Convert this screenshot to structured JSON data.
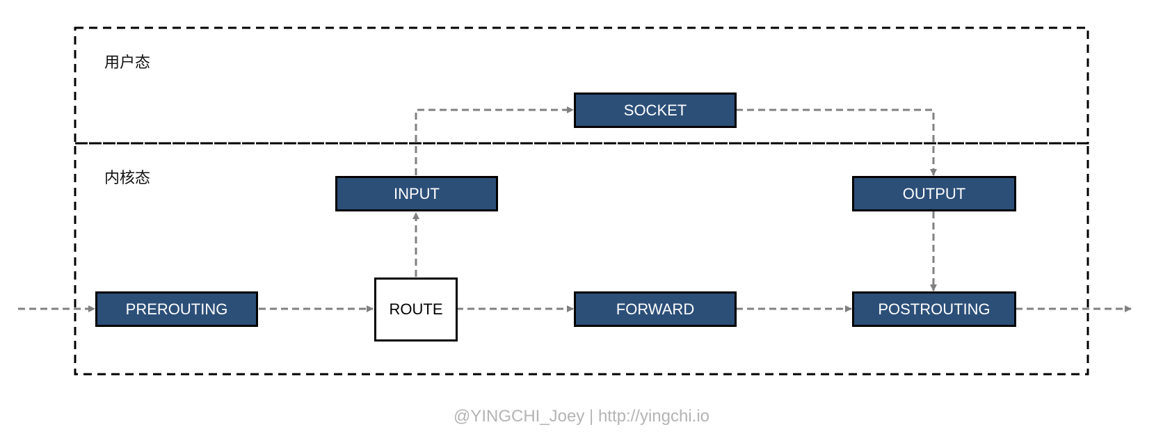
{
  "zones": {
    "user_space": "用户态",
    "kernel_space": "内核态"
  },
  "nodes": {
    "socket": "SOCKET",
    "input": "INPUT",
    "output": "OUTPUT",
    "prerouting": "PREROUTING",
    "route": "ROUTE",
    "forward": "FORWARD",
    "postrouting": "POSTROUTING"
  },
  "watermark": "@YINGCHI_Joey | http://yingchi.io",
  "colors": {
    "node_fill": "#2c4f78",
    "arrow": "#808080",
    "border": "#000000",
    "watermark": "#b4b4b4"
  }
}
